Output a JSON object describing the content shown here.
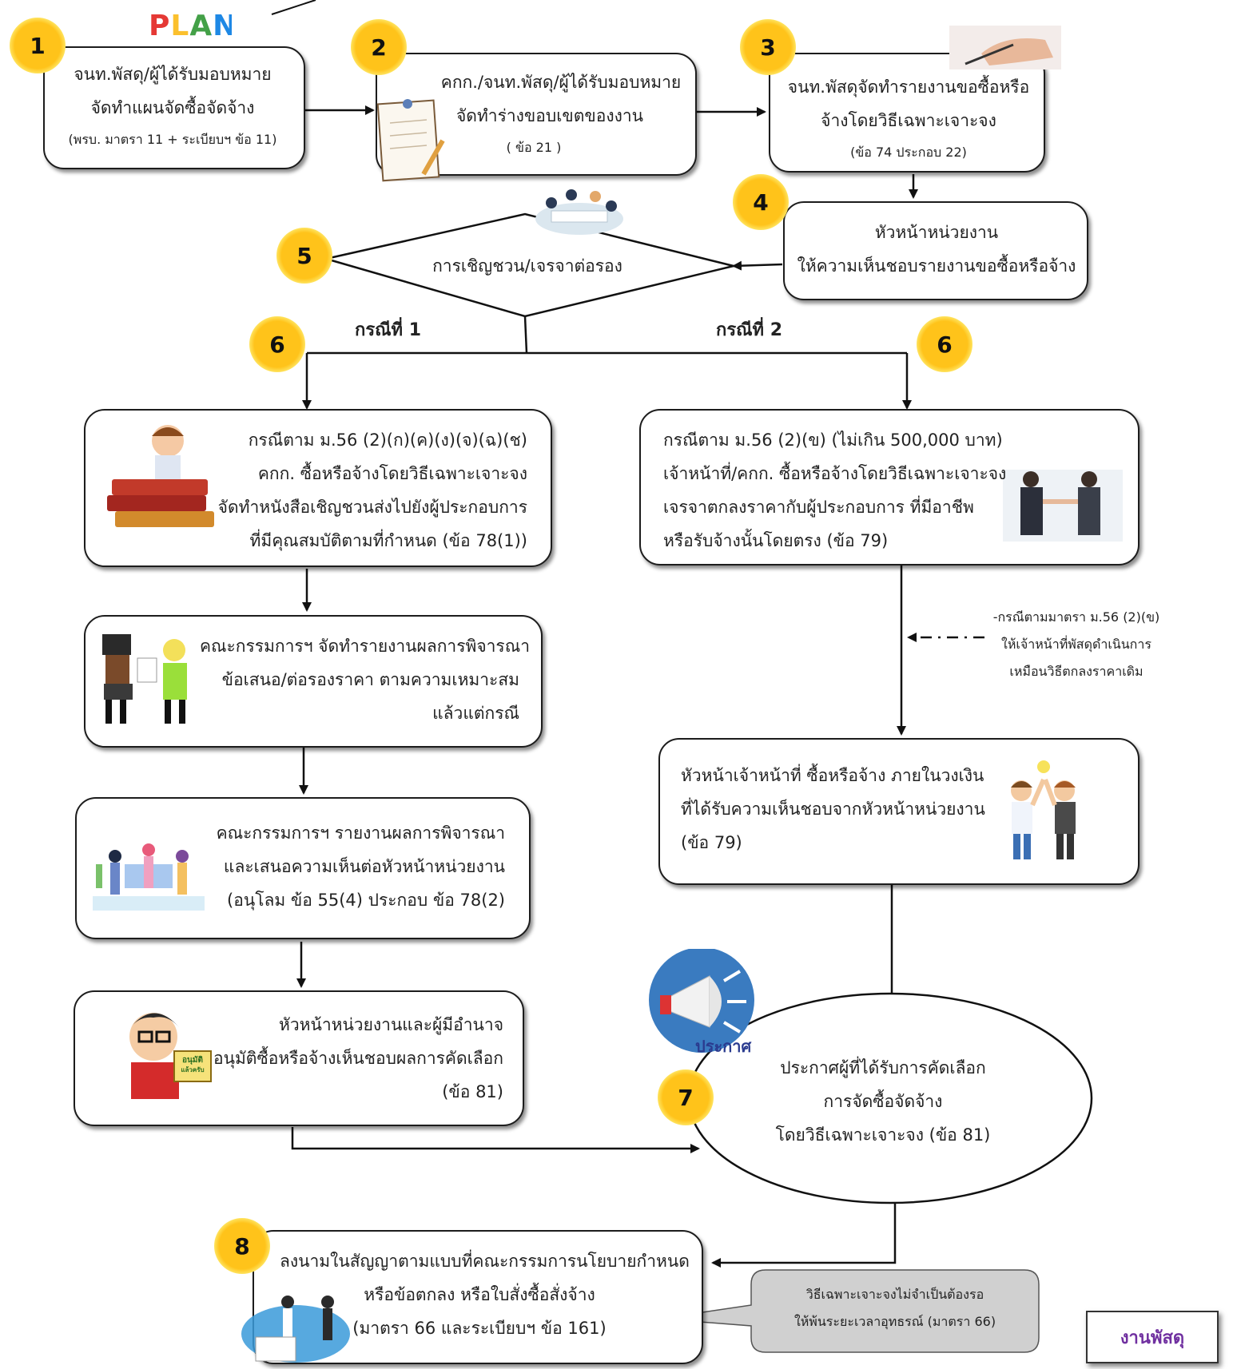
{
  "steps": {
    "s1": {
      "badge": "1",
      "logo": "PLAN",
      "line1": "จนท.พัสดุ/ผู้ได้รับมอบหมาย",
      "line2": "จัดทำแผนจัดซื้อจัดจ้าง",
      "line3": "(พรบ. มาตรา 11 + ระเบียบฯ ข้อ 11)"
    },
    "s2": {
      "badge": "2",
      "line1": "คกก./จนท.พัสดุ/ผู้ได้รับมอบหมาย",
      "line2": "จัดทำร่างขอบเขตของงาน",
      "line3": "( ข้อ 21 )"
    },
    "s3": {
      "badge": "3",
      "line1": "จนท.พัสดุจัดทำรายงานขอซื้อหรือ",
      "line2": "จ้างโดยวิธีเฉพาะเจาะจง",
      "line3": "(ข้อ 74 ประกอบ 22)"
    },
    "s4": {
      "badge": "4",
      "line1": "หัวหน้าหน่วยงาน",
      "line2": "ให้ความเห็นชอบรายงานขอซื้อหรือจ้าง"
    },
    "s5": {
      "badge": "5",
      "line1": "การเชิญชวน/เจรจาต่อรอง"
    },
    "s6a": {
      "badge": "6",
      "case": "กรณีที่ 1",
      "line1": "กรณีตาม ม.56 (2)(ก)(ค)(ง)(จ)(ฉ)(ช)",
      "line2": "คกก. ซื้อหรือจ้างโดยวิธีเฉพาะเจาะจง",
      "line3": "จัดทำหนังสือเชิญชวนส่งไปยังผู้ประกอบการ",
      "line4": "ที่มีคุณสมบัติตามที่กำหนด (ข้อ 78(1))"
    },
    "s6b": {
      "badge": "6",
      "case": "กรณีที่ 2",
      "line1": "กรณีตาม ม.56 (2)(ข) (ไม่เกิน 500,000 บาท)",
      "line2": "เจ้าหน้าที่/คกก. ซื้อหรือจ้างโดยวิธีเฉพาะเจาะจง",
      "line3": "เจรจาตกลงราคากับผู้ประกอบการ ที่มีอาชีพ",
      "line4": "หรือรับจ้างนั้นโดยตรง (ข้อ 79)"
    },
    "l2": {
      "line1": "คณะกรรมการฯ จัดทำรายงานผลการพิจารณา",
      "line2": "ข้อเสนอ/ต่อรองราคา ตามความเหมาะสม",
      "line3": "แล้วแต่กรณี"
    },
    "l3": {
      "line1": "คณะกรรมการฯ รายงานผลการพิจารณา",
      "line2": "และเสนอความเห็นต่อหัวหน้าหน่วยงาน",
      "line3": "(อนุโลม ข้อ 55(4) ประกอบ ข้อ 78(2)"
    },
    "l4": {
      "line1": "หัวหน้าหน่วยงานและผู้มีอำนาจ",
      "line2": "อนุมัติซื้อหรือจ้างเห็นชอบผลการคัดเลือก",
      "line3": "(ข้อ 81)",
      "sign_text1": "อนุมัติ",
      "sign_text2": "แล้วครับ"
    },
    "r_note": {
      "line1": "-กรณีตามมาตรา ม.56 (2)(ข)",
      "line2": "ให้เจ้าหน้าที่พัสดุดำเนินการ",
      "line3": "เหมือนวิธีตกลงราคาเดิม"
    },
    "r2": {
      "line1": "หัวหน้าเจ้าหน้าที่ ซื้อหรือจ้าง ภายในวงเงิน",
      "line2": "ที่ได้รับความเห็นชอบจากหัวหน้าหน่วยงาน",
      "line3": "(ข้อ 79)"
    },
    "s7": {
      "badge": "7",
      "announce": "ประกาศ",
      "line1": "ประกาศผู้ที่ได้รับการคัดเลือก",
      "line2": "การจัดซื้อจัดจ้าง",
      "line3": "โดยวิธีเฉพาะเจาะจง (ข้อ 81)"
    },
    "s8": {
      "badge": "8",
      "line1": "ลงนามในสัญญาตามแบบที่คณะกรรมการนโยบายกำหนด",
      "line2": "หรือข้อตกลง หรือใบสั่งซื้อสั่งจ้าง",
      "line3": "(มาตรา 66 และระเบียบฯ ข้อ 161)"
    },
    "callout": {
      "line1": "วิธีเฉพาะเจาะจงไม่จำเป็นต้องรอ",
      "line2": "ให้พ้นระยะเวลาอุทธรณ์ (มาตรา 66)"
    }
  },
  "footer": {
    "label": "งานพัสดุ"
  },
  "colors": {
    "badge": "#ffc31a",
    "footer_text": "#7030a0",
    "callout_gray": "#c8c8c8"
  }
}
